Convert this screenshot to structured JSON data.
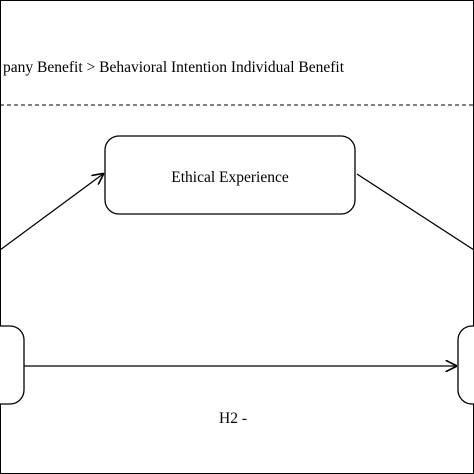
{
  "header": {
    "text": "pany Benefit > Behavioral Intention Individual Benefit"
  },
  "nodes": {
    "mediator": "Ethical Experience",
    "left": "",
    "right": ""
  },
  "paths": {
    "direct_label": "H2 -"
  }
}
